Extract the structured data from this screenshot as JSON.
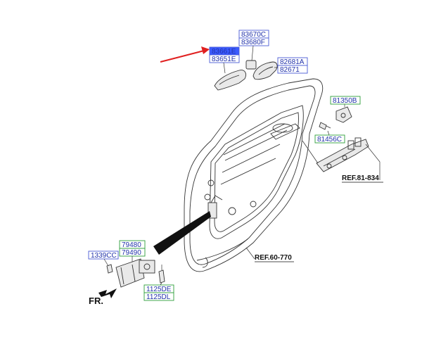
{
  "labels": {
    "p83670C": "83670C",
    "p83680F": "83680F",
    "p83661E": "83661E",
    "p83651E": "83651E",
    "p82681A": "82681A",
    "p82671": "82671",
    "p81350B": "81350B",
    "p81456C": "81456C",
    "p79480": "79480",
    "p79490": "79490",
    "p1339CC": "1339CC",
    "p1125DE": "1125DE",
    "p1125DL": "1125DL"
  },
  "refs": {
    "ref81": "REF.81-834",
    "ref60": "REF.60-770"
  },
  "direction": {
    "front": "FR."
  },
  "colors": {
    "blue_box": "#4a5bd6",
    "green_box": "#2e9e3a",
    "highlight": "#3b5bff",
    "arrow": "#e02020",
    "line": "#333333"
  }
}
